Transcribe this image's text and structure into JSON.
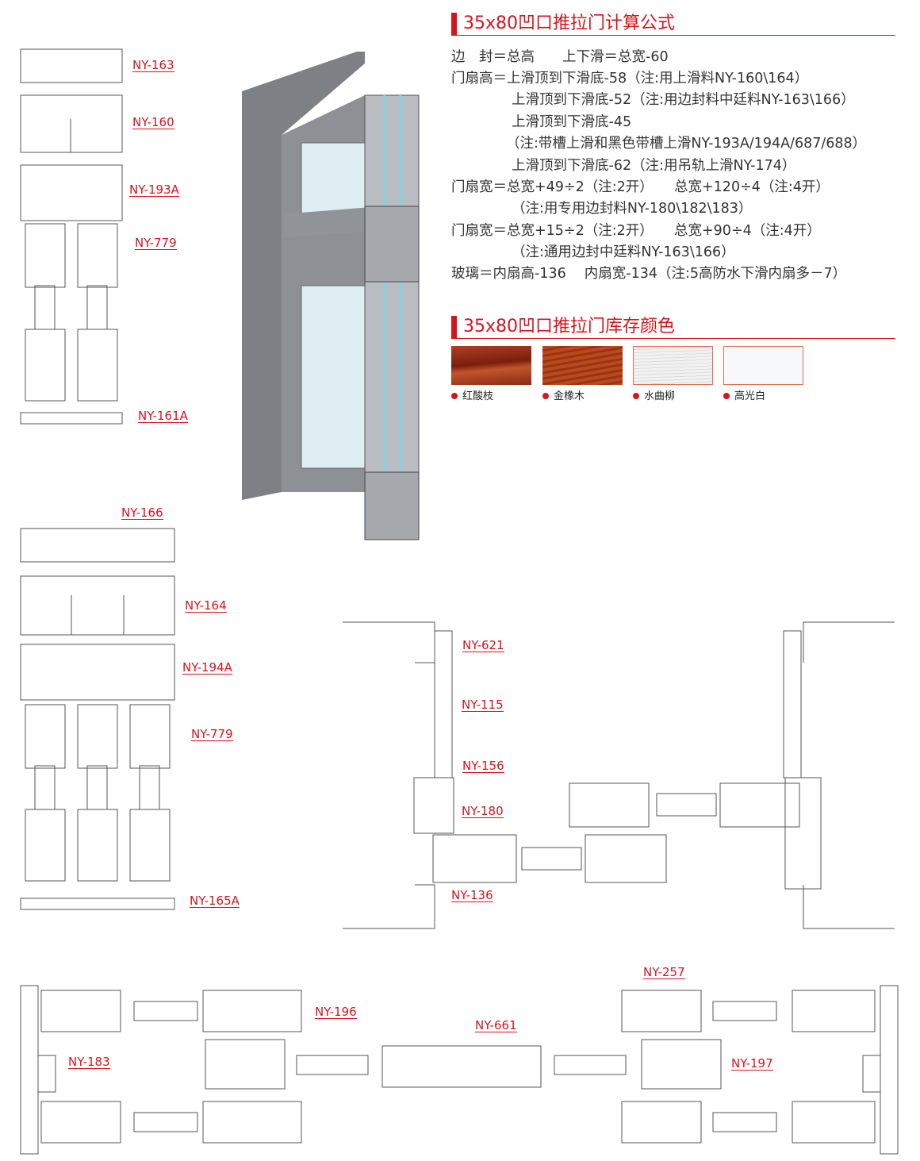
{
  "formula": {
    "title": "35x80凹口推拉门计算公式",
    "lines": [
      "边　封＝总高　　上下滑＝总宽-60",
      "门扇高＝上滑顶到下滑底-58（注:用上滑料NY-160\\164）",
      "上滑顶到下滑底-52（注:用边封料中廷料NY-163\\166）",
      "上滑顶到下滑底-45",
      "（注:带槽上滑和黑色带槽上滑NY-193A/194A/687/688）",
      "上滑顶到下滑底-62（注:用吊轨上滑NY-174）",
      "门扇宽＝总宽+49÷2（注:2开）　　总宽+120÷4（注:4开）",
      "（注:用专用边封料NY-180\\182\\183）",
      "门扇宽＝总宽+15÷2（注:2开）　　总宽+90÷4（注:4开）",
      "（注:通用边封中廷料NY-163\\166）",
      "玻璃＝内扇高-136　 内扇宽-134（注:5高防水下滑内扇多－7）"
    ]
  },
  "colors": {
    "title": "35x80凹口推拉门库存颜色",
    "swatches": [
      {
        "name": "红酸枝",
        "color": "#a8321a"
      },
      {
        "name": "金橡木",
        "color": "#b8481e"
      },
      {
        "name": "水曲柳",
        "color": "#eeeeee"
      },
      {
        "name": "高光白",
        "color": "#f7f8f9"
      }
    ]
  },
  "labels": [
    "NY-163",
    "NY-160",
    "NY-193A",
    "NY-779",
    "NY-161A",
    "NY-166",
    "NY-164",
    "NY-194A",
    "NY-779",
    "NY-165A",
    "NY-621",
    "NY-115",
    "NY-156",
    "NY-180",
    "NY-136",
    "NY-257",
    "NY-196",
    "NY-661",
    "NY-183",
    "NY-197"
  ]
}
